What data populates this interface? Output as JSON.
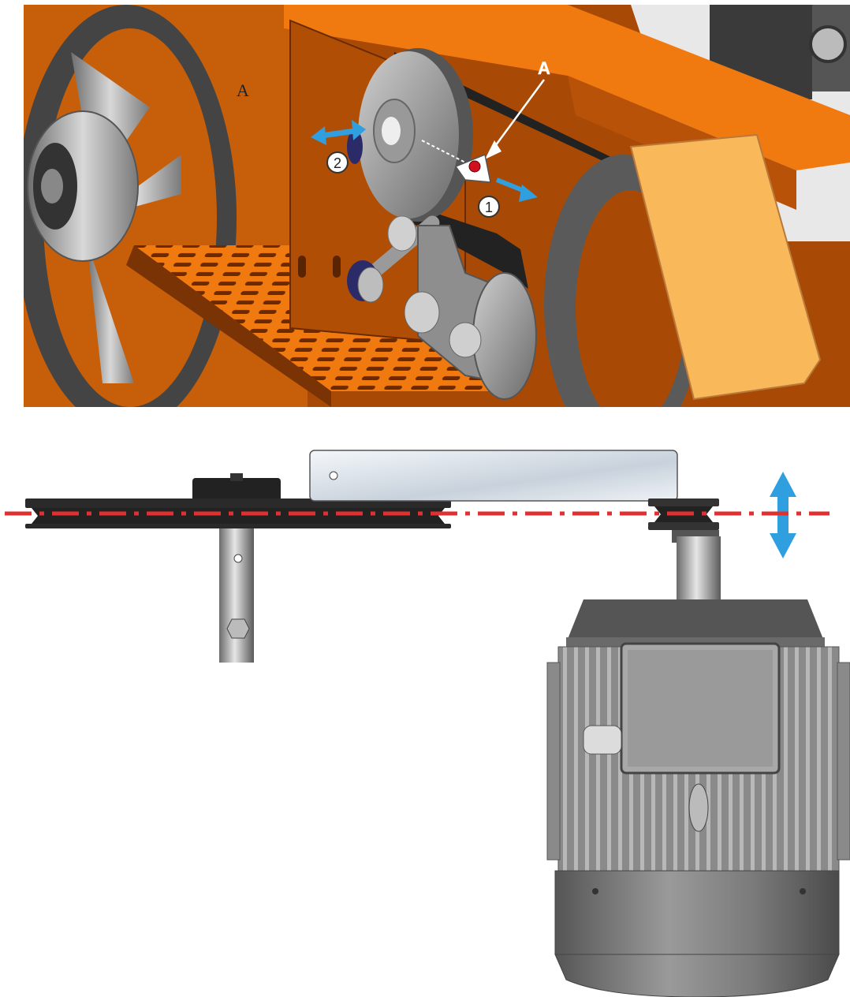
{
  "callouts": {
    "letter_label": "A",
    "panel_label": "A",
    "step_1": "1",
    "step_2": "2"
  },
  "colors": {
    "frame_orange": "#f07a10",
    "dark_orange": "#8a3c05",
    "guard_yellow": "#f9b85a",
    "arrow_blue": "#2f9fe0",
    "centerline_red": "#e03030",
    "pin_red": "#d01020"
  },
  "icons": [
    "double-arrow-icon",
    "marker-arrow-icon",
    "number-circle-icon"
  ]
}
